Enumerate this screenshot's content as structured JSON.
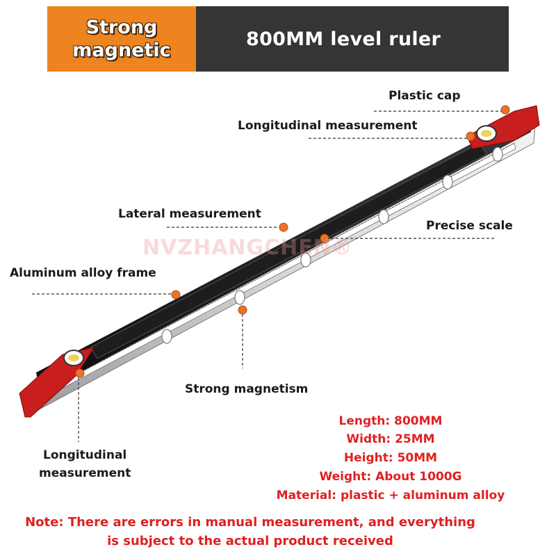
{
  "banner": {
    "left_line1": "Strong",
    "left_line2": "magnetic",
    "right_text": "800MM level ruler",
    "left_color": "#ee8420",
    "right_color": "#353535"
  },
  "watermark": "NVZHANGCHEN®",
  "callouts": {
    "plastic_cap": "Plastic cap",
    "longitudinal_top": "Longitudinal measurement",
    "lateral": "Lateral measurement",
    "precise_scale": "Precise scale",
    "aluminum_frame": "Aluminum alloy frame",
    "strong_magnetism": "Strong magnetism",
    "longitudinal_bottom_line1": "Longitudinal",
    "longitudinal_bottom_line2": "measurement"
  },
  "specs": [
    "Length: 800MM",
    "Width: 25MM",
    "Height: 50MM",
    "Weight: About 1000G",
    "Material: plastic + aluminum alloy"
  ],
  "note": {
    "line1": "Note: There are errors in manual measurement, and everything",
    "line2": "is subject to the actual product received"
  },
  "colors": {
    "accent_red": "#e02020",
    "cap_red": "#c81e1e",
    "dot_orange": "#e8742a"
  }
}
